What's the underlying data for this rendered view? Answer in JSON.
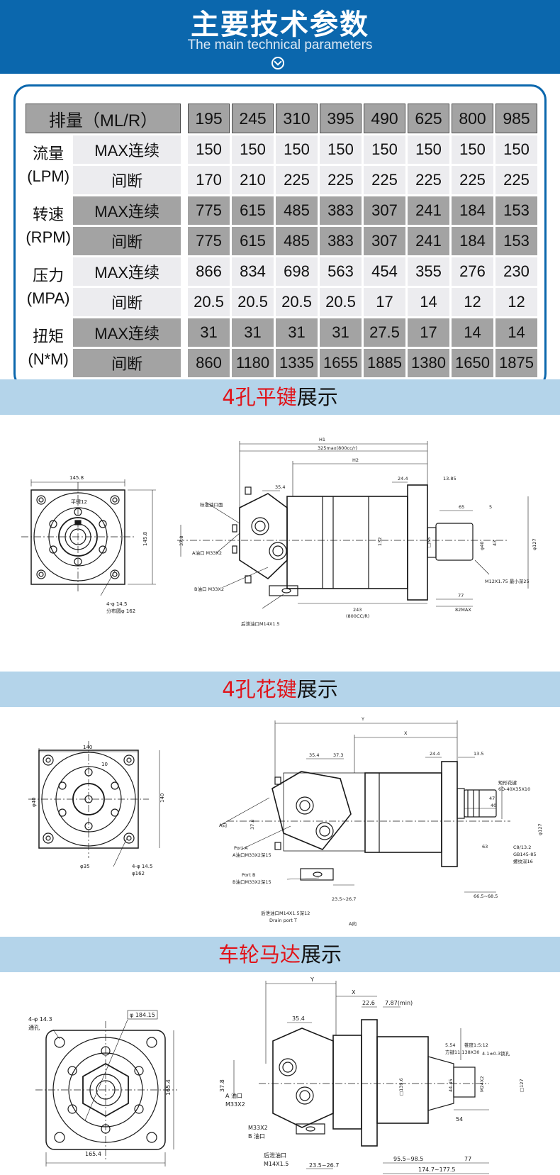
{
  "header": {
    "title_cn": "主要技术参数",
    "title_en": "The main technical parameters"
  },
  "spec_table": {
    "header_label": "排量（ML/R）",
    "displacements": [
      "195",
      "245",
      "310",
      "395",
      "490",
      "625",
      "800",
      "985"
    ],
    "groups": [
      {
        "name": "流量",
        "unit": "(LPM)",
        "rows": [
          {
            "label": "MAX连续",
            "values": [
              "150",
              "150",
              "150",
              "150",
              "150",
              "150",
              "150",
              "150"
            ]
          },
          {
            "label": "间断",
            "values": [
              "170",
              "210",
              "225",
              "225",
              "225",
              "225",
              "225",
              "225"
            ]
          }
        ]
      },
      {
        "name": "转速",
        "unit": "(RPM)",
        "rows": [
          {
            "label": "MAX连续",
            "values": [
              "775",
              "615",
              "485",
              "383",
              "307",
              "241",
              "184",
              "153"
            ]
          },
          {
            "label": "间断",
            "values": [
              "775",
              "615",
              "485",
              "383",
              "307",
              "241",
              "184",
              "153"
            ]
          }
        ]
      },
      {
        "name": "压力",
        "unit": "(MPA)",
        "rows": [
          {
            "label": "MAX连续",
            "values": [
              "866",
              "834",
              "698",
              "563",
              "454",
              "355",
              "276",
              "230"
            ]
          },
          {
            "label": "间断",
            "values": [
              "20.5",
              "20.5",
              "20.5",
              "20.5",
              "17",
              "14",
              "12",
              "12"
            ]
          }
        ]
      },
      {
        "name": "扭矩",
        "unit": "(N*M)",
        "rows": [
          {
            "label": "MAX连续",
            "values": [
              "31",
              "31",
              "31",
              "31",
              "27.5",
              "17",
              "14",
              "14"
            ]
          },
          {
            "label": "间断",
            "values": [
              "860",
              "1180",
              "1335",
              "1655",
              "1885",
              "1380",
              "1650",
              "1875"
            ]
          }
        ]
      }
    ]
  },
  "sections": [
    {
      "highlight": "4孔平键",
      "rest": "展示"
    },
    {
      "highlight": "4孔花键",
      "rest": "展示"
    },
    {
      "highlight": "车轮马达",
      "rest": "展示"
    }
  ],
  "drawing1": {
    "front_width": "145.8",
    "key_label": "平键12",
    "holes_label": "4-φ  14.5",
    "pcd_label": "分布圆φ 162",
    "front_height": "145.8",
    "h1": "H1",
    "h1_note": "325max(800cc/r)",
    "h2": "H2",
    "d35_4": "35.4",
    "d24_4": "24.4",
    "d13_85": "13.85",
    "oil_face": "标准油口面",
    "d37_8": "37.8",
    "port_a": "A油口  M33X2",
    "port_b": "B油口  M33X2",
    "d132": "132",
    "d65": "65",
    "d5": "5",
    "shaft_d": "φ40",
    "d43": "43",
    "d127": "φ127",
    "thread": "M12X1.75  最小深25",
    "d77": "77",
    "d82": "82MAX",
    "d243": "243",
    "d243_note": "(800CC/R)",
    "drain": "后泄油口M14X1.5",
    "pilot": "□55"
  },
  "drawing2": {
    "front_width": "140",
    "key_w": "10",
    "shaft_d": "φ40",
    "front_height": "140",
    "hub_d": "φ35",
    "holes_label": "4-φ 14.5",
    "pcd": "φ162",
    "y": "Y",
    "x": "X",
    "d35_4": "35.4",
    "d37_3": "37.3",
    "d24_4": "24.4",
    "d13_5": "13.5",
    "spline1": "矩形花键",
    "spline2": "6D-40X35X10",
    "d47": "47",
    "d40": "40",
    "d127": "φ127",
    "a_view": "A向",
    "d37_8": "37.8",
    "port_a1": "Port A",
    "port_a2": "A油口M33X2深15",
    "port_b1": "Port B",
    "port_b2": "B油口M33X2深15",
    "d63": "63",
    "gb1": "C8/13.2",
    "gb2": "GB145-85",
    "gb3": "螺纹深16",
    "d23": "23.5~26.7",
    "d66": "66.5~68.5",
    "drain1": "后泄油口M14X1.5深12",
    "drain2": "Drain port T",
    "a_view2": "A向"
  },
  "drawing3": {
    "holes1": "4-φ   14.3",
    "holes2": "通孔",
    "pcd": "φ 184.15",
    "front_height": "165.4",
    "front_width": "165.4",
    "y": "Y",
    "x": "X",
    "d22_6": "22.6",
    "d7_87": "7.87(min)",
    "d35_4": "35.4",
    "taper": "锥度1:5:12",
    "key": "方键11.138X30",
    "d5_54": "5.54",
    "thread": "4.1±0.3锁孔",
    "d37_8": "37.8",
    "port_a1": "A 油口",
    "port_a2": "M33X2",
    "port_b1": "M33X2",
    "port_b2": "B 油口",
    "drain1": "后泄油口",
    "drain2": "M14X1.5",
    "d139": "□139.6",
    "d44": "44.45",
    "m24": "M24X2",
    "d127": "□127",
    "d54": "54",
    "d23": "23.5~26.7",
    "d95": "95.5~98.5",
    "d77": "77",
    "d174": "174.7~177.5"
  }
}
